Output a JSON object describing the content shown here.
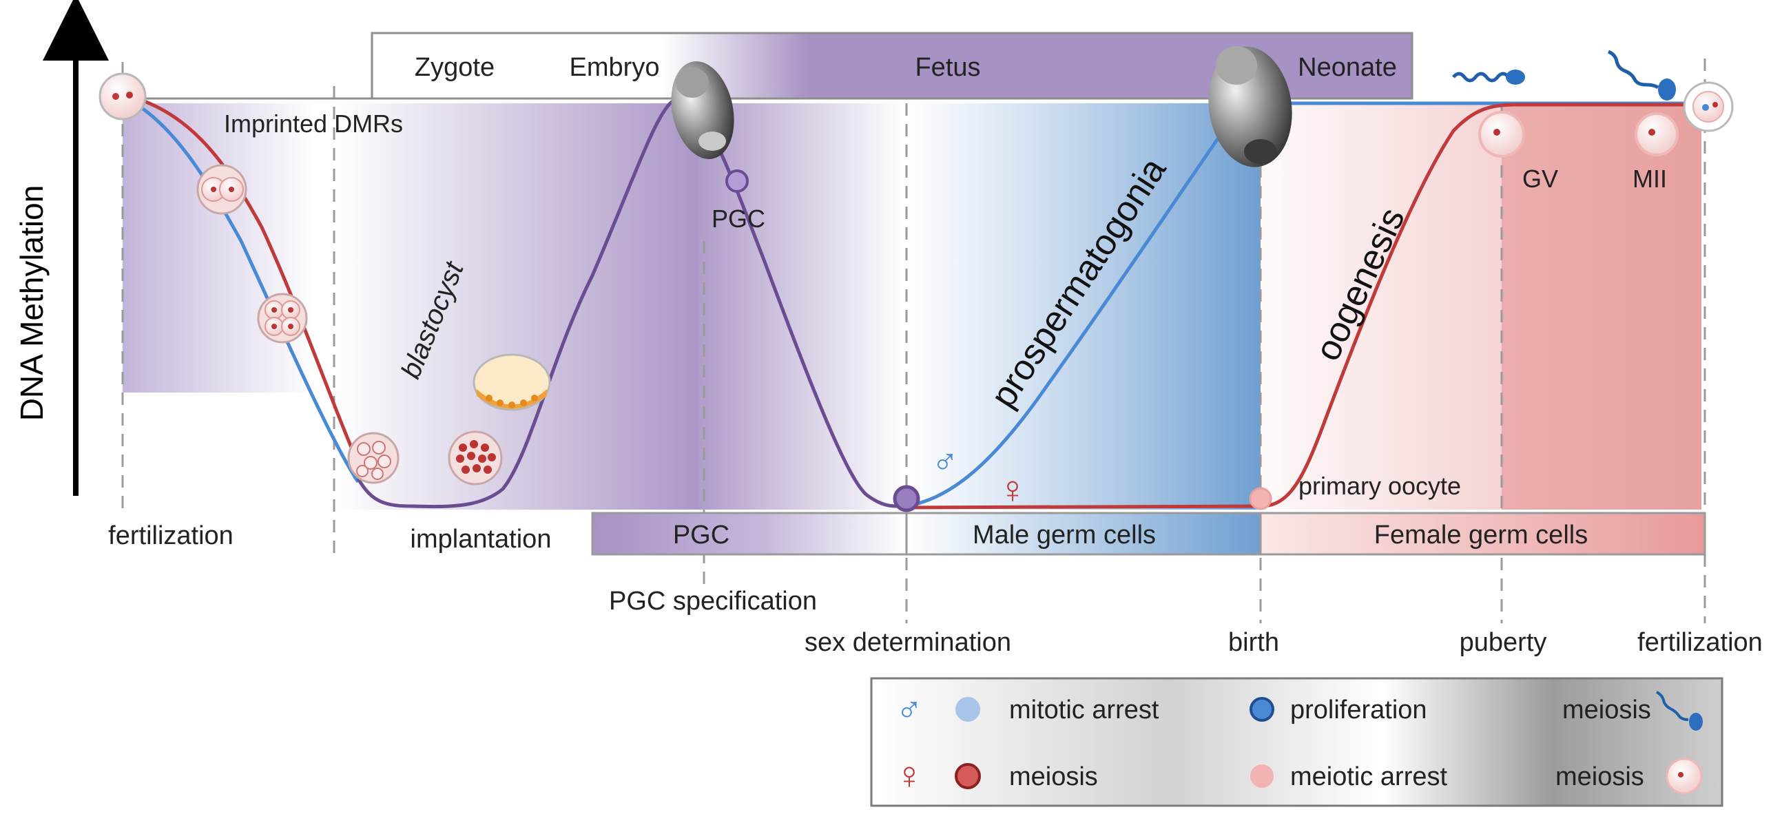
{
  "axis": {
    "y_label": "DNA Methylation"
  },
  "stages_top": [
    "Zygote",
    "Embryo",
    "Fetus",
    "Neonate"
  ],
  "cell_labels": {
    "imprinted": "Imprinted DMRs",
    "pgc": "PGC",
    "gv": "GV",
    "mii": "MII",
    "primary_oocyte": "primary oocyte"
  },
  "curve_labels": {
    "blastocyst": "blastocyst",
    "prospermatogonia": "prospermatogonia",
    "oogenesis": "oogenesis"
  },
  "symbols": {
    "male": "♂",
    "female": "♀"
  },
  "bottom_bars": [
    "PGC",
    "Male germ cells",
    "Female germ cells"
  ],
  "events": [
    "fertilization",
    "implantation",
    "PGC specification",
    "sex determination",
    "birth",
    "puberty",
    "fertilization"
  ],
  "legend": {
    "male_symbol": "♂",
    "female_symbol": "♀",
    "row1": [
      "mitotic arrest",
      "proliferation",
      "meiosis"
    ],
    "row2": [
      "meiosis",
      "meiotic arrest",
      "meiosis"
    ]
  },
  "colors": {
    "purple": "#6a4c93",
    "blue": "#4a8ad4",
    "red": "#c0393b",
    "purple_fill": "#a792c4",
    "blue_fill": "#6f9fd1",
    "red_fill": "#e89a9a"
  }
}
